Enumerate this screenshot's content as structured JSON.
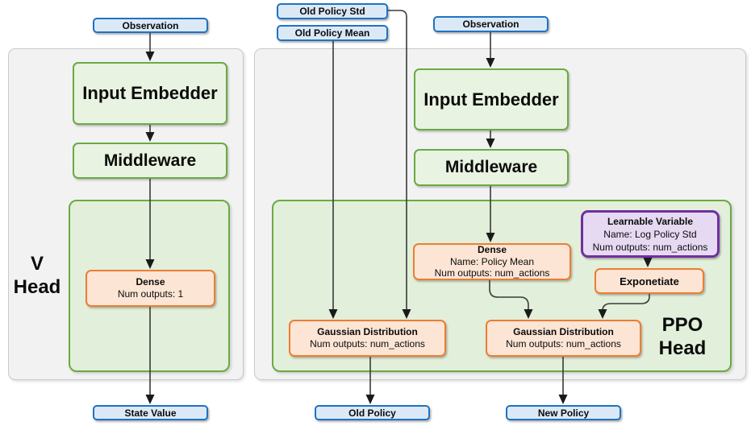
{
  "colors": {
    "blue_border": "#1e73c2",
    "blue_fill": "#dbe9f7",
    "green_border": "#6aaa43",
    "green_fill": "#e9f3e1",
    "green_container_fill": "#e2efda",
    "orange_border": "#ed7d31",
    "orange_fill": "#fce5d5",
    "purple_border": "#7030a0",
    "purple_fill": "#e6d9f2",
    "panel_fill": "#f2f2f2",
    "panel_border": "#c9c9c9",
    "arrow": "#2b2b2b"
  },
  "v_network": {
    "input_label": "Observation",
    "input_embedder": "Input Embedder",
    "middleware": "Middleware",
    "head_title": [
      "V",
      "Head"
    ],
    "dense": {
      "title": "Dense",
      "outputs": "Num outputs: 1"
    },
    "output_label": "State Value"
  },
  "ppo_network": {
    "inputs": {
      "old_policy_std": "Old Policy Std",
      "old_policy_mean": "Old Policy Mean",
      "observation": "Observation"
    },
    "input_embedder": "Input Embedder",
    "middleware": "Middleware",
    "head_title": [
      "PPO",
      "Head"
    ],
    "policy_mean_dense": {
      "title": "Dense",
      "name": "Name: Policy Mean",
      "outputs": "Num outputs: num_actions"
    },
    "learnable_variable": {
      "title": "Learnable Variable",
      "name": "Name: Log Policy Std",
      "outputs": "Num outputs: num_actions"
    },
    "exponetiate": "Exponetiate",
    "gaussian_old": {
      "title": "Gaussian Distribution",
      "outputs": "Num outputs: num_actions"
    },
    "gaussian_new": {
      "title": "Gaussian Distribution",
      "outputs": "Num outputs: num_actions"
    },
    "outputs": {
      "old_policy": "Old Policy",
      "new_policy": "New Policy"
    }
  }
}
